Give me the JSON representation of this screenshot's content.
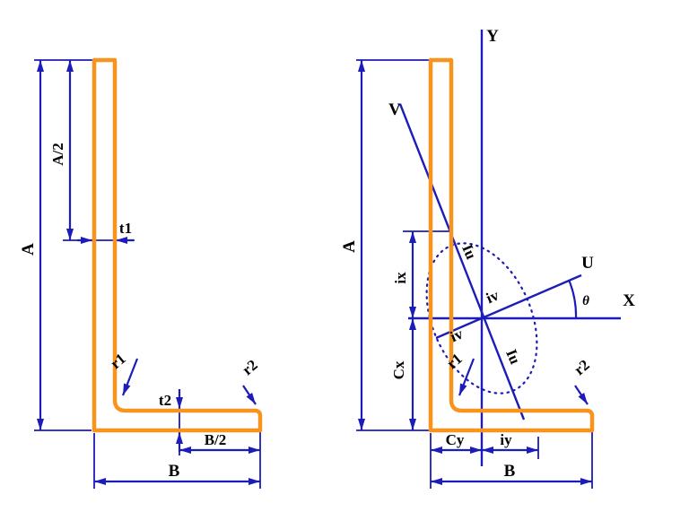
{
  "colors": {
    "profile": "#F7941E",
    "dim": "#1C1CB8",
    "text": "#000000"
  },
  "left": {
    "labels": {
      "A": "A",
      "A_half": "A/2",
      "t1": "t1",
      "r1": "r1",
      "r2": "r2",
      "t2": "t2",
      "B_half": "B/2",
      "B": "B"
    }
  },
  "right": {
    "labels": {
      "Y": "Y",
      "X": "X",
      "U": "U",
      "V": "V",
      "A": "A",
      "ix": "ix",
      "Cx": "Cx",
      "Iu_upper": "Iu",
      "iv_upper": "iv",
      "iv_lower": "iv",
      "Iu_lower": "Iu",
      "r1": "r1",
      "r2": "r2",
      "Cy": "Cy",
      "iy": "iy",
      "B": "B",
      "theta": "θ"
    }
  }
}
